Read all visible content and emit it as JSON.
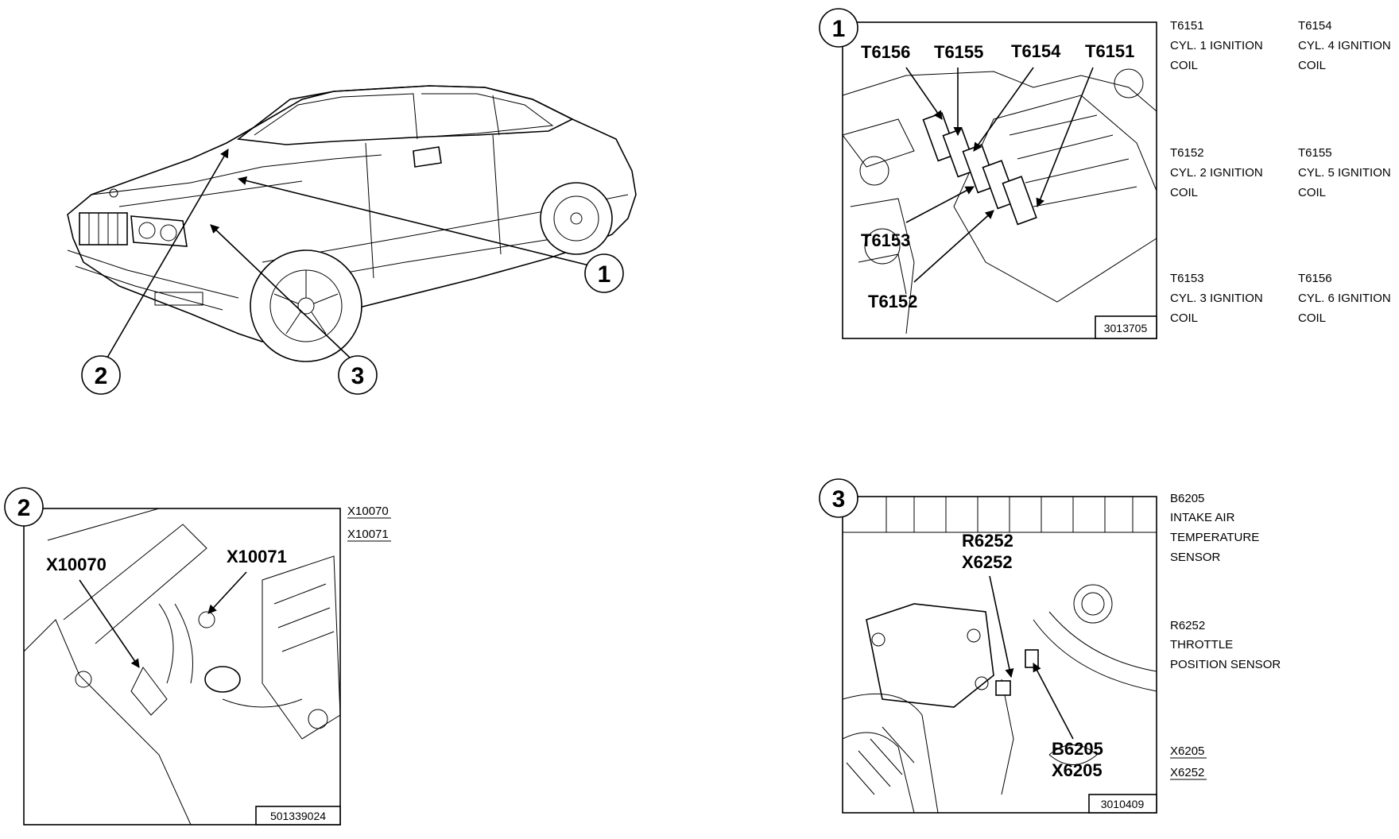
{
  "overview": {
    "callouts": [
      "1",
      "2",
      "3"
    ]
  },
  "panel1": {
    "number": "1",
    "labels": [
      "T6156",
      "T6155",
      "T6154",
      "T6151",
      "T6153",
      "T6152"
    ],
    "code": "3013705",
    "legend": [
      {
        "id": "T6151",
        "line1": "CYL. 1 IGNITION",
        "line2": "COIL"
      },
      {
        "id": "T6154",
        "line1": "CYL. 4 IGNITION",
        "line2": "COIL"
      },
      {
        "id": "T6152",
        "line1": "CYL. 2 IGNITION",
        "line2": "COIL"
      },
      {
        "id": "T6155",
        "line1": "CYL. 5 IGNITION",
        "line2": "COIL"
      },
      {
        "id": "T6153",
        "line1": "CYL. 3 IGNITION",
        "line2": "COIL"
      },
      {
        "id": "T6156",
        "line1": "CYL. 6 IGNITION",
        "line2": "COIL"
      }
    ]
  },
  "panel2": {
    "number": "2",
    "labels": [
      "X10070",
      "X10071"
    ],
    "code": "501339024",
    "legend": [
      "X10070",
      "X10071"
    ]
  },
  "panel3": {
    "number": "3",
    "labels": [
      "R6252",
      "X6252",
      "B6205",
      "X6205"
    ],
    "code": "3010409",
    "legend": {
      "b6205": {
        "id": "B6205",
        "lines": [
          "INTAKE AIR",
          "TEMPERATURE",
          "SENSOR"
        ]
      },
      "r6252": {
        "id": "R6252",
        "lines": [
          "THROTTLE",
          "POSITION SENSOR"
        ]
      },
      "connectors": [
        "X6205",
        "X6252"
      ]
    }
  }
}
